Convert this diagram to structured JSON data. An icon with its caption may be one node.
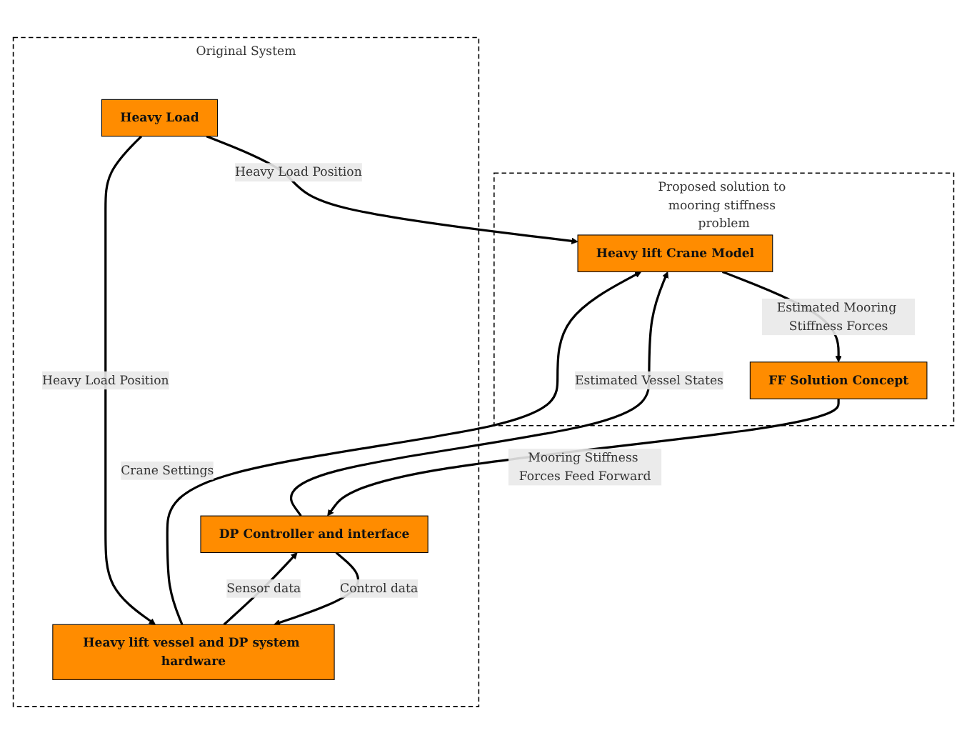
{
  "diagram": {
    "nodes": [
      {
        "text": [
          "Proposed solution to mooring stiffness problem"
        ]
      },
      {
        "text": [
          "Original System"
        ]
      },
      {
        "text": [
          "Heavy lift Crane Model"
        ],
        "in": 0
      },
      {
        "text": [
          "FF Solution Concept"
        ],
        "in": 0
      },
      {
        "text": [
          "Heavy Load"
        ],
        "in": 1
      },
      {
        "text": [
          "Heavy lift vessel and DP system hardware"
        ],
        "in": 1
      },
      {
        "text": [
          "DP Controller and interface"
        ],
        "in": 1
      }
    ],
    "edges": [
      {
        "from": 4,
        "to": 2,
        "arrow": "to",
        "label": "Heavy Load Position"
      },
      {
        "from": 5,
        "to": 2,
        "arrow": "to",
        "label": "Crane Settings"
      },
      {
        "from": 6,
        "to": 2,
        "arrow": "to",
        "label": "Estimated Vessel States"
      },
      {
        "from": 2,
        "to": 3,
        "arrow": "to",
        "label": "Estimated Mooring Stiffness Forces"
      },
      {
        "from": 3,
        "to": 6,
        "arrow": "to",
        "label": "Mooring Stiffness Forces Feed Forward"
      },
      {
        "from": 4,
        "to": 5,
        "arrow": "to",
        "label": "Heavy Load Position"
      },
      {
        "from": 6,
        "to": 5,
        "arrow": "to",
        "label": "Control data"
      },
      {
        "from": 5,
        "to": 6,
        "arrow": "to",
        "label": "Sensor data"
      }
    ]
  }
}
